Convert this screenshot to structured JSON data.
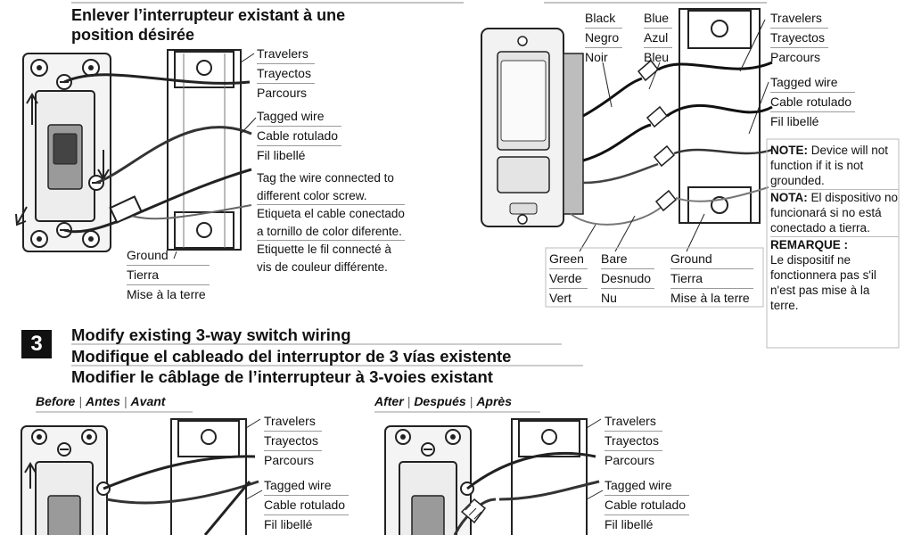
{
  "section2": {
    "heading_line1": "Enlever l’interrupteur existant à une",
    "heading_line2": "position désirée",
    "labels": {
      "travelers": [
        "Travelers",
        "Trayectos",
        "Parcours"
      ],
      "tagged": [
        "Tagged wire",
        "Cable rotulado",
        "Fil libellé"
      ],
      "tag_note": [
        "Tag the wire connected to",
        "different color screw.",
        "Etiqueta el cable conectado",
        "a tornillo de color diferente.",
        "Etiquette le fil connecté à",
        "vis de couleur différente."
      ],
      "ground": [
        "Ground",
        "Tierra",
        "Mise à la terre"
      ]
    }
  },
  "device_diagram": {
    "black": [
      "Black",
      "Negro",
      "Noir"
    ],
    "blue": [
      "Blue",
      "Azul",
      "Bleu"
    ],
    "travelers": [
      "Travelers",
      "Trayectos",
      "Parcours"
    ],
    "tagged": [
      "Tagged wire",
      "Cable rotulado",
      "Fil libellé"
    ],
    "green": [
      "Green",
      "Verde",
      "Vert"
    ],
    "bare": [
      "Bare",
      "Desnudo",
      "Nu"
    ],
    "ground": [
      "Ground",
      "Tierra",
      "Mise à la terre"
    ],
    "note_en_label": "NOTE:",
    "note_en_text": "Device will not function if it is not grounded.",
    "note_es_label": "NOTA:",
    "note_es_text": "El dispositivo no funcionará si no está conectado a tierra.",
    "note_fr_label": "REMARQUE :",
    "note_fr_text": "Le dispositif ne fonctionnera pas s'il n'est pas mise à la terre."
  },
  "step3": {
    "number": "3",
    "heading_en": "Modify existing 3-way switch wiring",
    "heading_es": "Modifique el cableado del interruptor de 3 vías existente",
    "heading_fr": "Modifier le câblage de l’interrupteur à 3-voies existant",
    "before": [
      "Before",
      "Antes",
      "Avant"
    ],
    "after": [
      "After",
      "Después",
      "Après"
    ],
    "before_labels": {
      "travelers": [
        "Travelers",
        "Trayectos",
        "Parcours"
      ],
      "tagged": [
        "Tagged wire",
        "Cable rotulado",
        "Fil libellé"
      ]
    },
    "after_labels": {
      "travelers": [
        "Travelers",
        "Trayectos",
        "Parcours"
      ],
      "tagged": [
        "Tagged wire",
        "Cable rotulado",
        "Fil libellé"
      ]
    }
  }
}
